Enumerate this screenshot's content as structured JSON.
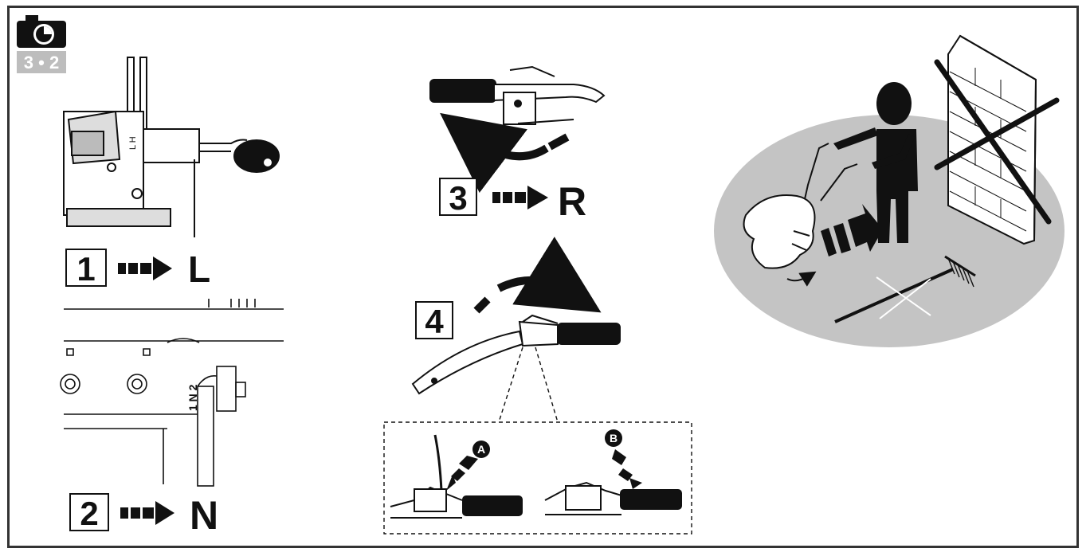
{
  "badge": {
    "text": "3 • 2",
    "icon": "camera-icon"
  },
  "steps": [
    {
      "number": "1",
      "target": "L"
    },
    {
      "number": "2",
      "target": "N"
    },
    {
      "number": "3",
      "target": "R"
    },
    {
      "number": "4",
      "target": ""
    }
  ],
  "callouts": {
    "a": "A",
    "b": "B"
  },
  "lever_marks": {
    "upper": "L H",
    "lower": "1 N 2"
  },
  "colors": {
    "ink": "#111111",
    "ground": "#c4c4c4",
    "badge_bg": "#bdbdbd",
    "frame": "#333333"
  }
}
